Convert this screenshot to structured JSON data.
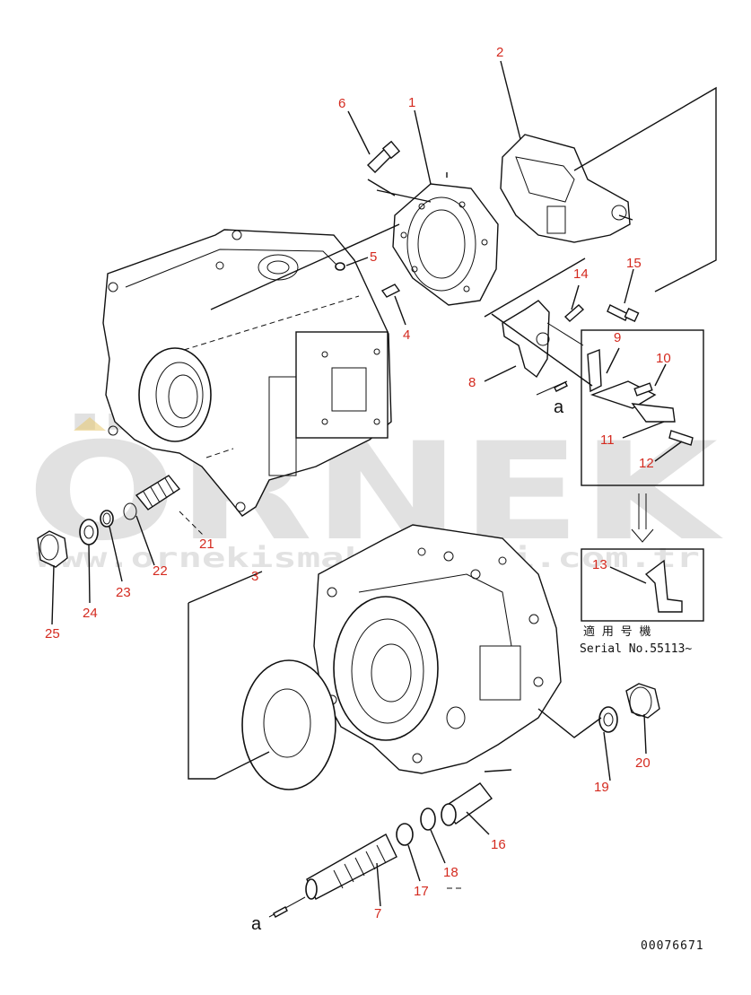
{
  "watermark": {
    "brand": "ÖRNEK",
    "url": "www.ornekismakinalari.com.tr"
  },
  "callouts": [
    "1",
    "2",
    "3",
    "4",
    "5",
    "6",
    "7",
    "8",
    "9",
    "10",
    "11",
    "12",
    "13",
    "14",
    "15",
    "16",
    "17",
    "18",
    "19",
    "20",
    "21",
    "22",
    "23",
    "24",
    "25"
  ],
  "view_marker": "a",
  "serial_note": {
    "label_jp": "適 用 号 機",
    "serial": "Serial No.55113~"
  },
  "drawing_number": "00076671"
}
